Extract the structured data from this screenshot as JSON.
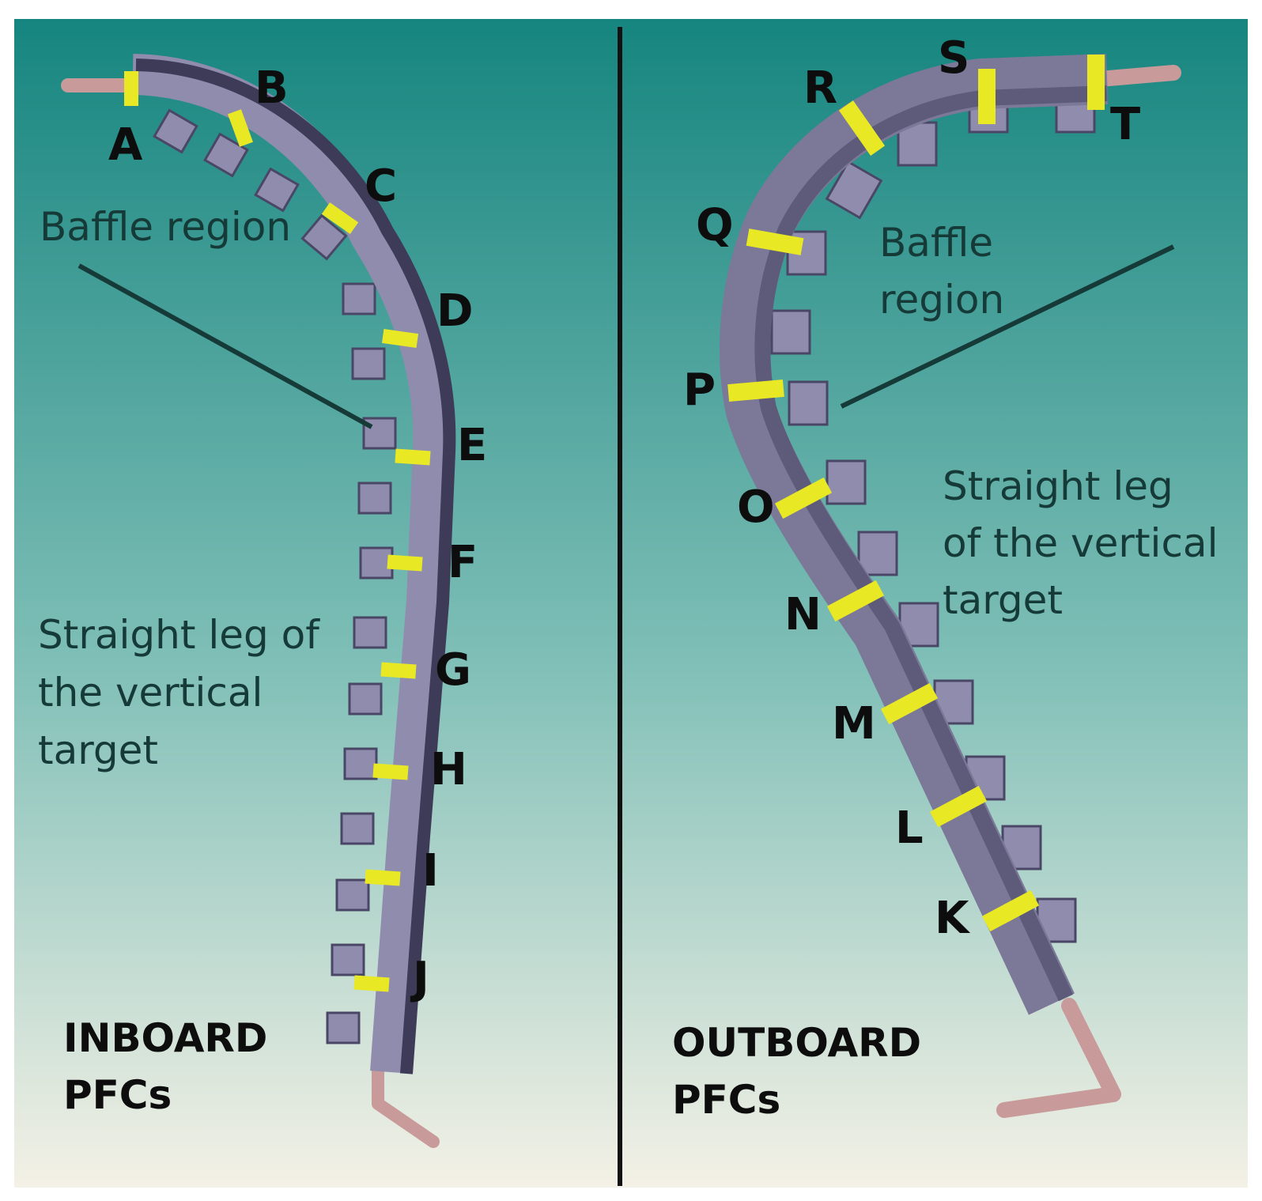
{
  "inboard": {
    "caption_line1": "INBOARD",
    "caption_line2": "PFCs",
    "baffle_label": "Baffle region",
    "straight_line1": "Straight leg of",
    "straight_line2": "the vertical",
    "straight_line3": "target",
    "letters": [
      "A",
      "B",
      "C",
      "D",
      "E",
      "F",
      "G",
      "H",
      "I",
      "J"
    ]
  },
  "outboard": {
    "caption_line1": "OUTBOARD",
    "caption_line2": "PFCs",
    "baffle_line1": "Baffle",
    "baffle_line2": "region",
    "straight_line1": "Straight leg",
    "straight_line2": "of the vertical",
    "straight_line3": "target",
    "letters": [
      "K",
      "L",
      "M",
      "N",
      "O",
      "P",
      "Q",
      "R",
      "S",
      "T"
    ]
  },
  "colors": {
    "bg_top": "#16857f",
    "bg_bottom": "#f4f1e6",
    "tile": "#8f8cae",
    "tile_dark": "#4a4766",
    "marker": "#e8e825",
    "pipe": "#c89a9a"
  }
}
